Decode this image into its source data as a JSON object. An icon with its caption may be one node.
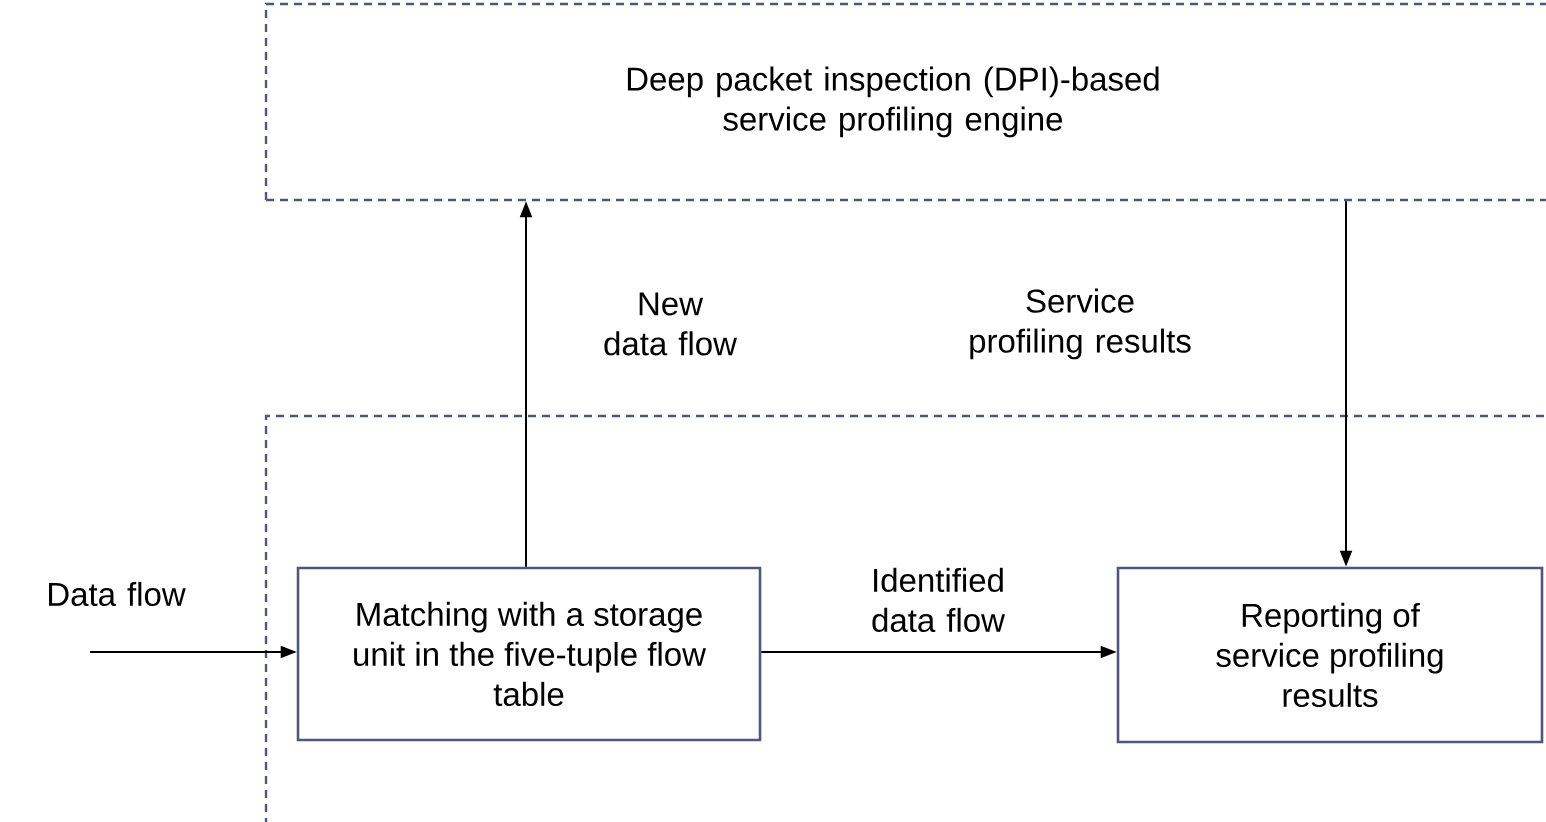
{
  "diagram": {
    "nodes": [
      {
        "text": [
          "Deep packet inspection (DPI)-based service profiling engine"
        ]
      },
      {
        "text": [],
        "shape": "box"
      },
      {
        "text": [
          "Matching with a storage unit in the five-tuple flow table"
        ],
        "in": 1
      },
      {
        "text": [
          "Reporting of service profiling results"
        ],
        "in": 1
      }
    ],
    "edges": [
      {
        "from": null,
        "to": 2,
        "arrow": "to",
        "label": "Data flow"
      },
      {
        "from": 2,
        "to": 0,
        "arrow": "to",
        "label": "New data flow"
      },
      {
        "from": 0,
        "to": 3,
        "arrow": "to",
        "label": "Service profiling results"
      },
      {
        "from": 2,
        "to": 3,
        "arrow": "to",
        "label": "Identified data flow"
      }
    ]
  }
}
